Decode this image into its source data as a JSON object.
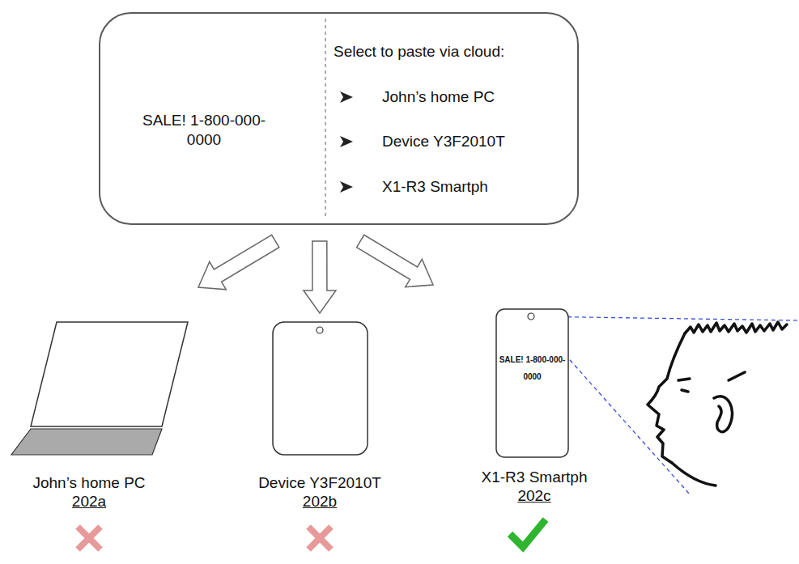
{
  "diagram": {
    "nodes": [
      {
        "text": [
          "SALE! 1-800-000-0000",
          "Select to paste via cloud:",
          "John’s home PC",
          "Device Y3F2010T",
          "X1-R3 Smartph"
        ]
      },
      {
        "text": [
          "John’s home PC",
          "202a"
        ]
      },
      {
        "text": [
          "Device Y3F2010T",
          "202b"
        ]
      },
      {
        "text": [
          "SALE! 1-800-000-0000",
          "X1-R3 Smartph",
          "202c"
        ]
      }
    ],
    "edges": [
      {
        "from": 0,
        "to": 1,
        "arrow": "to"
      },
      {
        "from": 0,
        "to": 2,
        "arrow": "to"
      },
      {
        "from": 0,
        "to": 3,
        "arrow": "to"
      }
    ]
  }
}
